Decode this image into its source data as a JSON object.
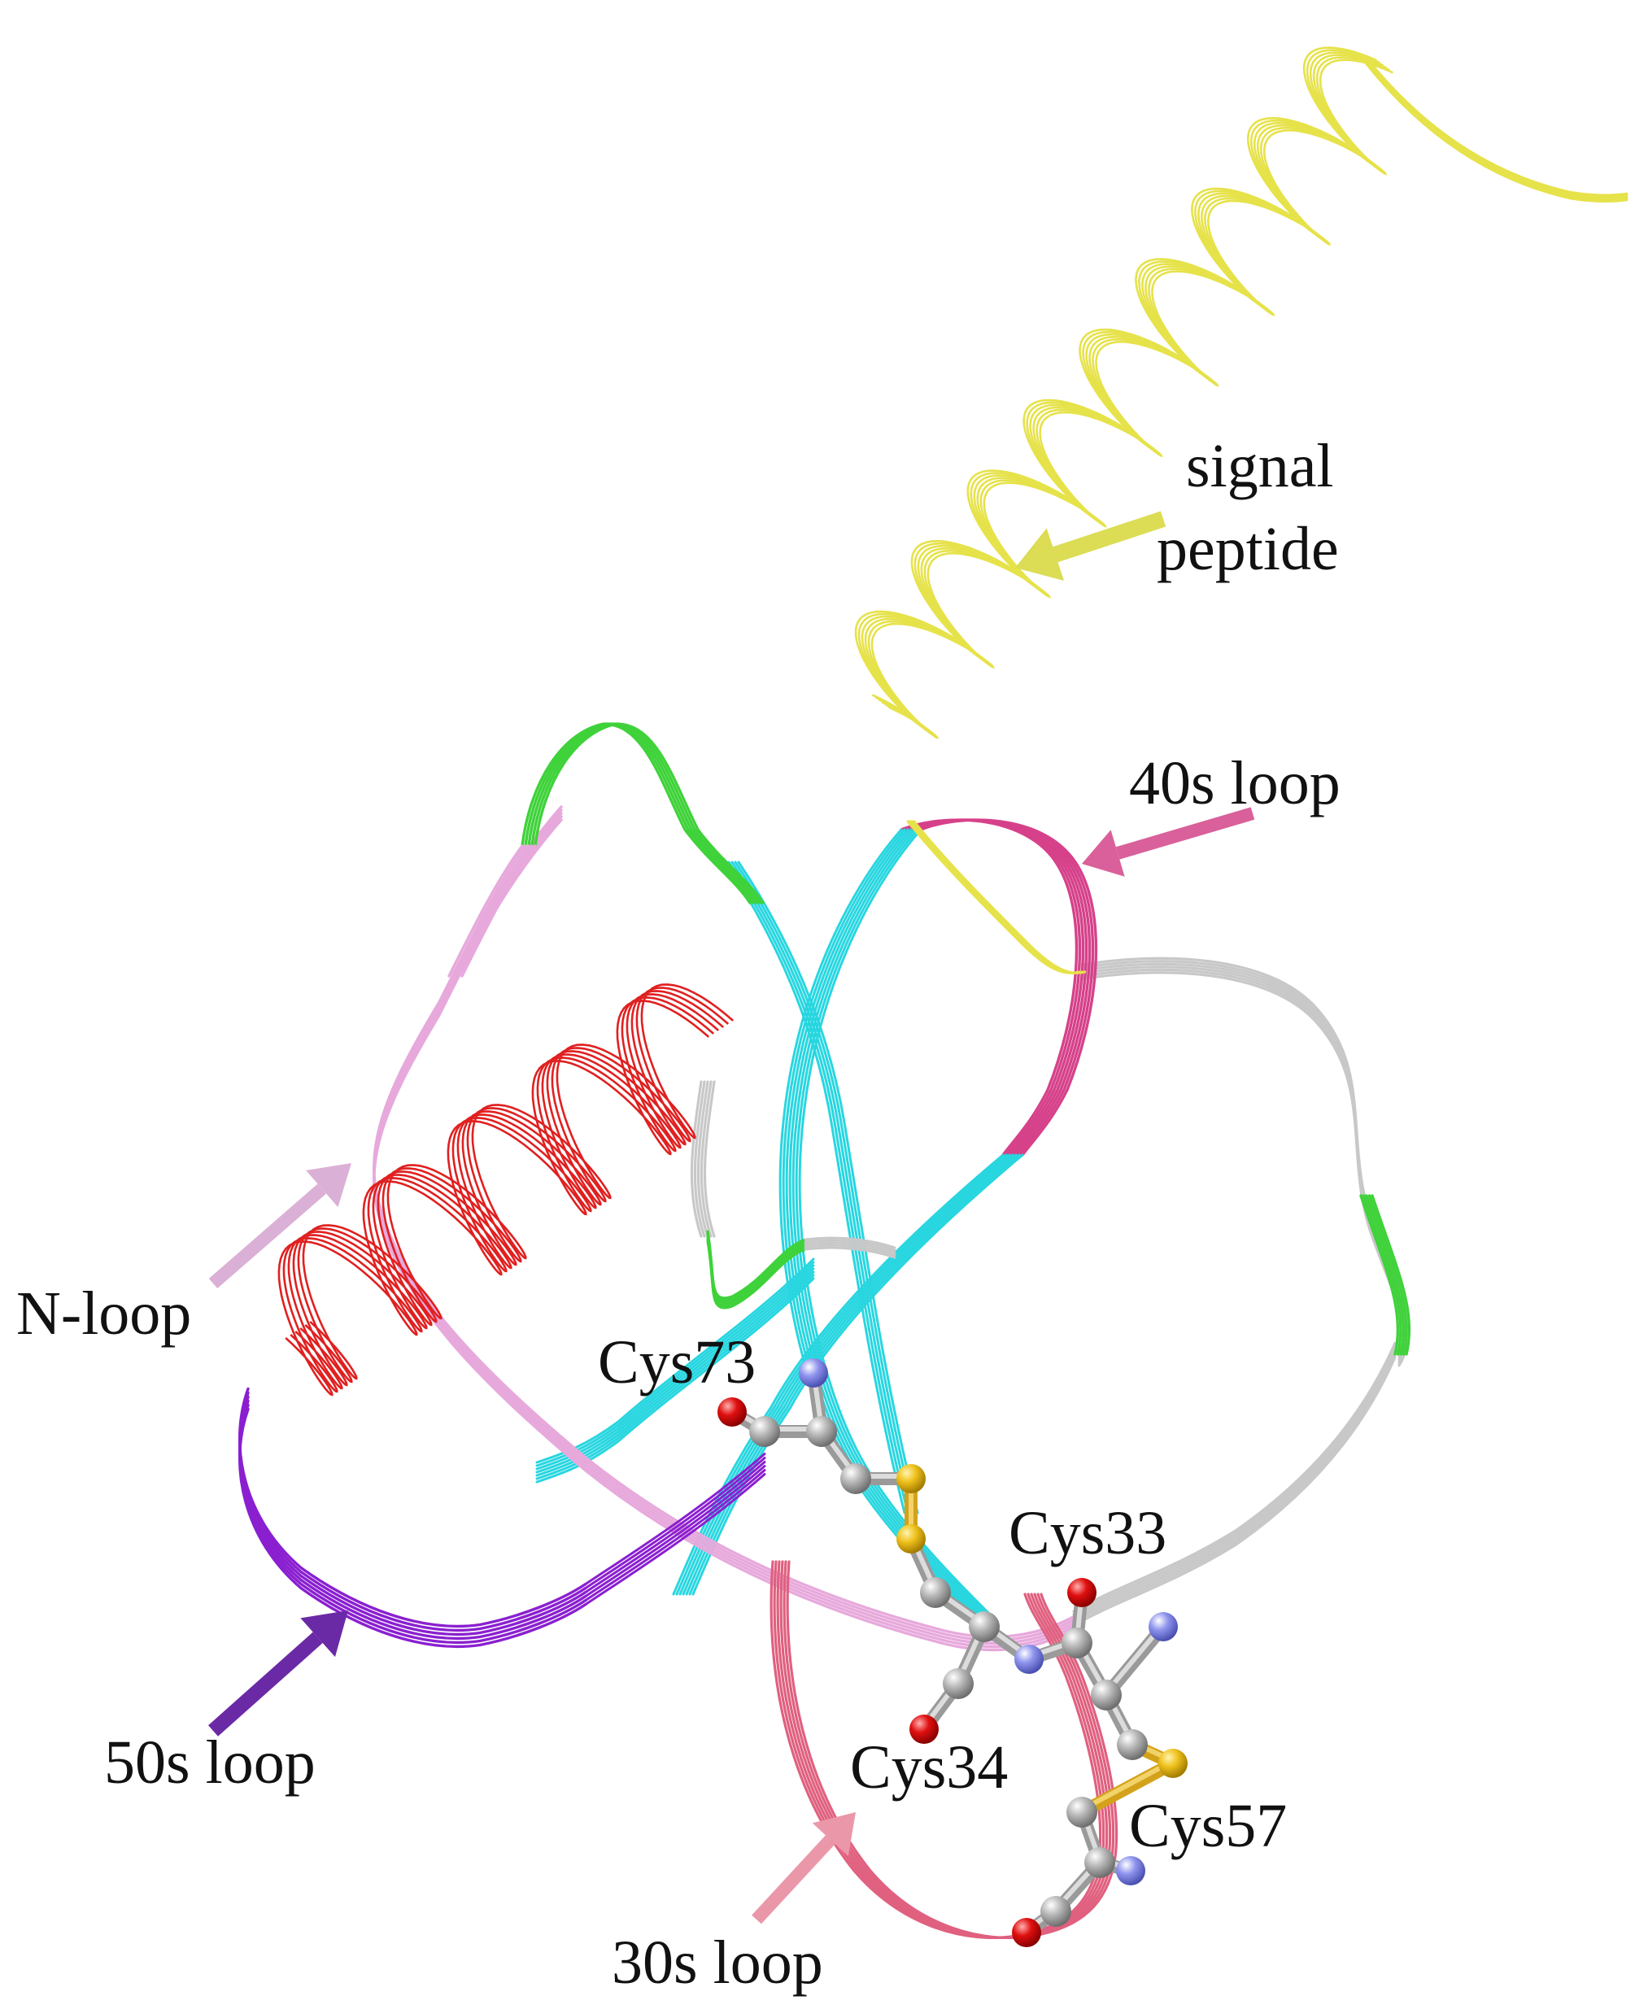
{
  "labels": {
    "signal_line1": "signal",
    "signal_line2": "peptide",
    "loop40": "40s loop",
    "nloop": "N-loop",
    "loop50": "50s loop",
    "loop30": "30s loop",
    "cys73": "Cys73",
    "cys33": "Cys33",
    "cys34": "Cys34",
    "cys57": "Cys57"
  },
  "colors": {
    "signal_peptide": "#e6e24a",
    "loop40": "#d6418a",
    "nloop": "#e7a9dc",
    "loop50": "#8a1fd0",
    "loop30": "#e0607f",
    "helix": "#e02020",
    "strand": "#28d6e0",
    "coil": "#c8c8c8",
    "turn": "#3fd23a",
    "carbon": "#a8a8a8",
    "oxygen": "#e01010",
    "nitrogen": "#8f95ee",
    "sulfur": "#f0c21e",
    "arrow_signal": "#dcdc55",
    "arrow_40s": "#d9609a",
    "arrow_nloop": "#dbb0d6",
    "arrow_50s": "#6a2aa6",
    "arrow_30s": "#eb97aa"
  }
}
